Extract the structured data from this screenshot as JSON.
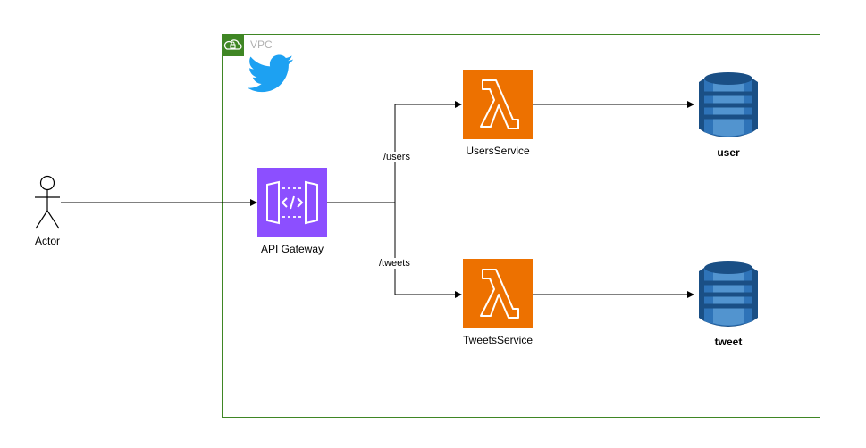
{
  "vpc": {
    "label": "VPC",
    "color": "#3f8624",
    "icon": "vpc-lock-cloud-icon"
  },
  "logo": {
    "icon": "twitter-bird-icon",
    "color": "#1da1f2"
  },
  "actor": {
    "label": "Actor",
    "icon": "stick-figure-icon"
  },
  "gateway": {
    "label": "API Gateway",
    "color": "#8c4fff",
    "icon": "api-gateway-icon"
  },
  "services": [
    {
      "label": "UsersService",
      "route": "/users",
      "color": "#ed7100",
      "icon": "lambda-icon"
    },
    {
      "label": "TweetsService",
      "route": "/tweets",
      "color": "#ed7100",
      "icon": "lambda-icon"
    }
  ],
  "tables": [
    {
      "label": "user",
      "icon": "dynamodb-icon"
    },
    {
      "label": "tweet",
      "icon": "dynamodb-icon"
    }
  ],
  "colors": {
    "dynamo_dark": "#2e73b8",
    "dynamo_light": "#5294cf",
    "dynamo_deep": "#1a4f85"
  }
}
